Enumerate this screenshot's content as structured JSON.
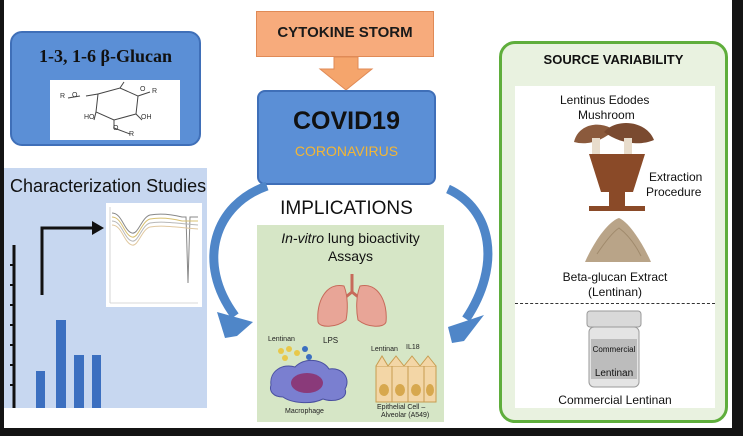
{
  "colors": {
    "page_bg": "#ffffff",
    "frame": "#141414",
    "storm_fill": "#f7ab7c",
    "storm_border": "#e08a56",
    "blue_box": "#5b8fd6",
    "blue_border": "#3f6fb8",
    "light_blue_panel": "#c7d7f0",
    "green_border": "#5fae3c",
    "green_fill": "#e9f2e0",
    "green_panel": "#d6e6c6",
    "arrow_blue": "#4f86c8",
    "orange_arrow": "#f5a56c",
    "coronavirus_text": "#f2b636",
    "bar_blue": "#3b6fc0"
  },
  "top": {
    "title": "CYTOKINE STORM"
  },
  "glucan": {
    "title": "1-3, 1-6 β-Glucan"
  },
  "covid": {
    "title": "COVID19",
    "subtitle": "CORONAVIRUS"
  },
  "implications": {
    "label": "IMPLICATIONS"
  },
  "characterization": {
    "title": "Characterization Studies"
  },
  "assay": {
    "title_italic": "In-vitro",
    "title_rest": " lung bioactivity",
    "title_line2": "Assays",
    "labels": {
      "lentinan_left": "Lentinan",
      "lps": "LPS",
      "macrophage": "Macrophage",
      "lentinan_right": "Lentinan",
      "il18": "IL18",
      "epithelial_line1": "Epithelial Cell –",
      "epithelial_line2": "Alveolar (A549)"
    }
  },
  "source": {
    "title": "SOURCE VARIABILITY",
    "mushroom_line1": "Lentinus Edodes",
    "mushroom_line2": "Mushroom",
    "extraction_line1": "Extraction",
    "extraction_line2": "Procedure",
    "extract_line1": "Beta-glucan Extract",
    "extract_line2": "(Lentinan)",
    "jar_label1": "Commercial",
    "jar_label2": "Lentinan",
    "commercial": "Commercial Lentinan"
  },
  "molecule": {
    "atoms": [
      "R",
      "O",
      "O",
      "R",
      "HO",
      "OH",
      "O",
      "R"
    ]
  },
  "icons": [
    "bar-chart-icon",
    "spectrum-plot-icon",
    "lungs-icon",
    "macrophage-icon",
    "epithelial-cell-icon",
    "mushroom-icon",
    "funnel-icon",
    "powder-icon",
    "jar-icon"
  ]
}
